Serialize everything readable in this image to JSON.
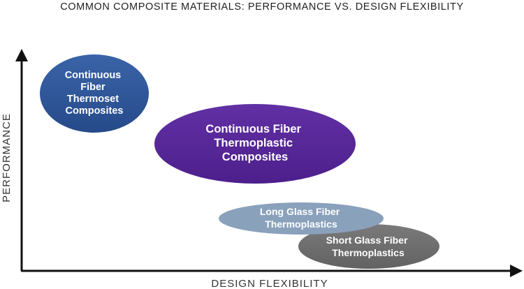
{
  "title": "COMMON COMPOSITE MATERIALS: PERFORMANCE VS. DESIGN FLEXIBILITY",
  "axes": {
    "x_label": "DESIGN FLEXIBILITY",
    "y_label": "PERFORMANCE"
  },
  "colors": {
    "thermoset": "#2e5597",
    "thermoplastic": "#572698",
    "long_glass": "#8aa1bc",
    "short_glass": "#6e6e6e",
    "axis": "#111111"
  },
  "materials": [
    {
      "key": "thermoset",
      "lines": [
        "Continuous",
        "Fiber",
        "Thermoset",
        "Composites"
      ]
    },
    {
      "key": "thermoplastic",
      "lines": [
        "Continuous Fiber",
        "Thermoplastic",
        "Composites"
      ]
    },
    {
      "key": "long_glass",
      "lines": [
        "Long Glass Fiber",
        "Thermoplastics"
      ]
    },
    {
      "key": "short_glass",
      "lines": [
        "Short Glass Fiber",
        "Thermoplastics"
      ]
    }
  ]
}
